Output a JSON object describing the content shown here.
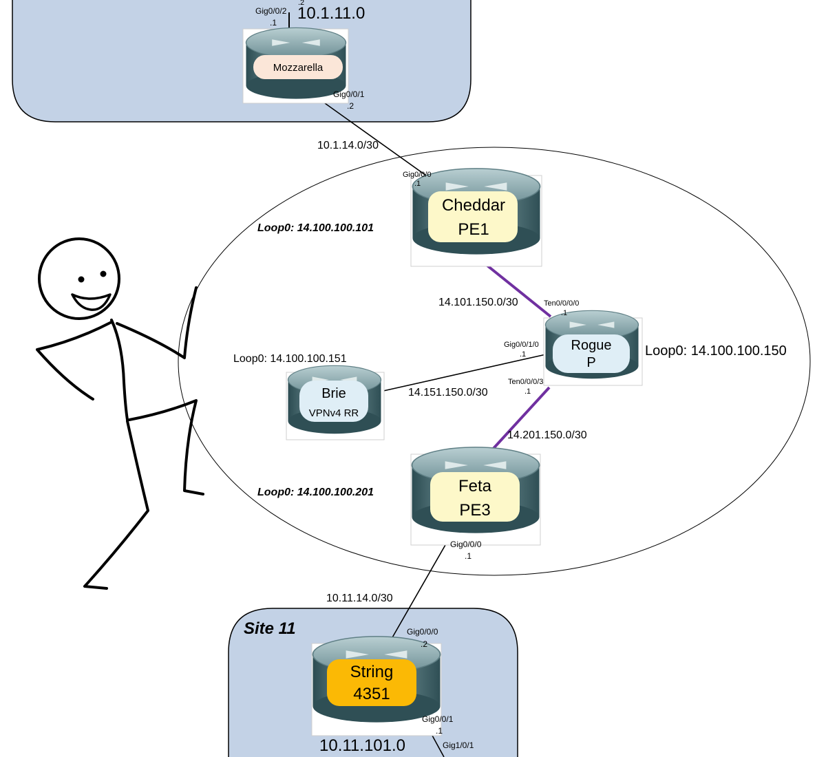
{
  "colors": {
    "site_fill": "#c3d2e6",
    "router_label_light": "#fdf8c9",
    "mozzarella_label": "#fbe6d8",
    "brie_label": "#dfeef6",
    "string_label": "#fbb905",
    "mpls_link": "#7030a0"
  },
  "site_top": {
    "network": "10.1.11.0",
    "partial_addr": ".2"
  },
  "site_bottom": {
    "title": "Site 11",
    "network": "10.11.101.0"
  },
  "routers": {
    "mozzarella": {
      "name": "Mozzarella",
      "icon": "router-icon"
    },
    "cheddar": {
      "line1": "Cheddar",
      "line2": "PE1",
      "loopback": "Loop0: 14.100.100.101",
      "icon": "router-icon"
    },
    "rogue": {
      "line1": "Rogue",
      "line2": "P",
      "loopback": "Loop0: 14.100.100.150",
      "icon": "router-icon"
    },
    "brie": {
      "line1": "Brie",
      "line2": "VPNv4 RR",
      "loopback": "Loop0: 14.100.100.151",
      "icon": "router-icon"
    },
    "feta": {
      "line1": "Feta",
      "line2": "PE3",
      "loopback": "Loop0: 14.100.100.201",
      "icon": "router-icon"
    },
    "string": {
      "line1": "String",
      "line2": "4351",
      "icon": "router-icon"
    }
  },
  "interfaces": {
    "moz_g002": {
      "name": "Gig0/0/2",
      "addr": ".1"
    },
    "moz_g001": {
      "name": "Gig0/0/1",
      "addr": ".2"
    },
    "ched_g000": {
      "name": "Gig0/0/0",
      "addr": ".1"
    },
    "rogue_t0000": {
      "name": "Ten0/0/0/0",
      "addr": ".1"
    },
    "rogue_g0010": {
      "name": "Gig0/0/1/0",
      "addr": ".1"
    },
    "rogue_t0003": {
      "name": "Ten0/0/0/3",
      "addr": ".1"
    },
    "feta_g000": {
      "name": "Gig0/0/0",
      "addr": ".1"
    },
    "string_g000": {
      "name": "Gig0/0/0",
      "addr": ".2"
    },
    "string_g001": {
      "name": "Gig0/0/1",
      "addr": ".1"
    },
    "string_g101": {
      "name": "Gig1/0/1"
    }
  },
  "links": {
    "moz_cheddar": "10.1.14.0/30",
    "cheddar_rogue": "14.101.150.0/30",
    "brie_rogue": "14.151.150.0/30",
    "rogue_feta": "14.201.150.0/30",
    "feta_string": "10.11.14.0/30"
  }
}
